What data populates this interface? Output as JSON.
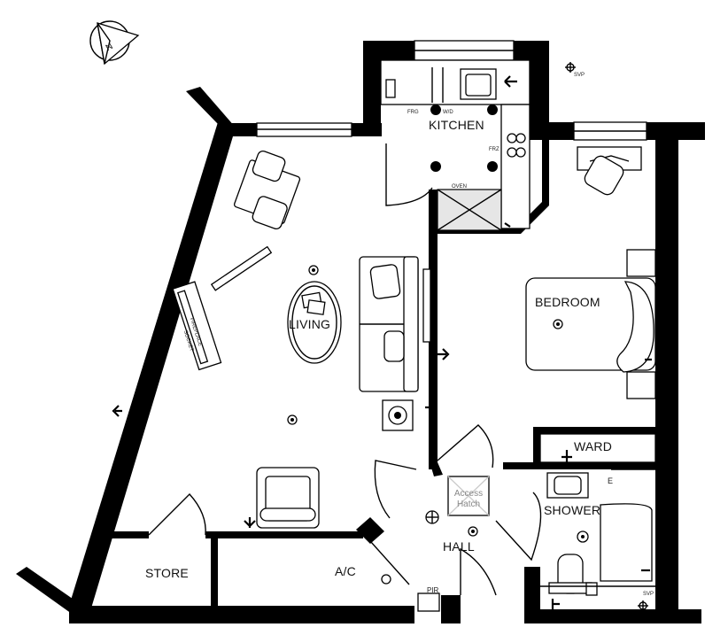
{
  "rooms": {
    "kitchen": "KITCHEN",
    "living": "LIVING",
    "bedroom": "BEDROOM",
    "ward": "WARD",
    "shower": "SHOWER",
    "hall": "HALL",
    "store": "STORE",
    "ac": "A/C"
  },
  "annotations": {
    "compass": "N",
    "svp_top": "SVP",
    "svp_bottom": "SVP",
    "frg": "FRG",
    "wd": "W/D",
    "frz": "FRZ",
    "oven": "OVEN",
    "fireplace_line1": "FIREPLACE",
    "fireplace_line2": "SOCKET",
    "access_line1": "Access",
    "access_line2": "Hatch",
    "pir": "PIR",
    "e_mark": "E"
  },
  "colors": {
    "wall": "#000000",
    "access_hatch_text": "#888888",
    "background": "#ffffff"
  }
}
